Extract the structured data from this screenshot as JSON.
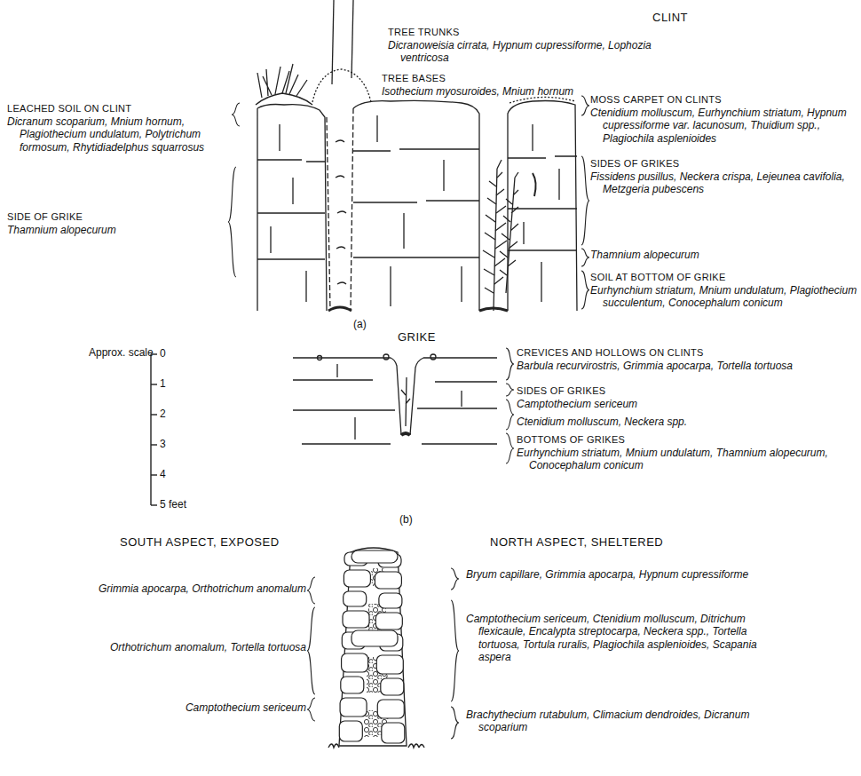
{
  "diagram": {
    "labels": [
      "CLINT",
      "TREE TRUNKS",
      "Dicranoweisia cirrata, Hypnum cupressiforme, Lophozia ventricosa",
      "TREE BASES",
      "Isothecium myosuroides, Mnium hornum",
      "LEACHED SOIL ON CLINT",
      "Dicranum scoparium, Mnium hornum, Plagiothecium undulatum, Polytrichum formosum, Rhytidiadelphus squarrosus",
      "MOSS CARPET ON CLINTS",
      "Ctenidium molluscum, Eurhynchium striatum, Hypnum cupressiforme var. lacunosum, Thuidium spp., Plagiochila asplenioides",
      "SIDE OF GRIKE",
      "Thamnium alopecurum",
      "SIDES OF GRIKES",
      "Fissidens pusillus, Neckera crispa, Lejeunea cavifolia, Metzgeria pubescens",
      "Thamnium alopecurum",
      "SOIL AT BOTTOM OF GRIKE",
      "Eurhynchium striatum, Mnium undulatum, Plagiothecium succulentum, Conocephalum conicum",
      "(a)",
      "GRIKE",
      "Approx. scale",
      "0",
      "1",
      "2",
      "3",
      "4",
      "5 feet",
      "CREVICES AND HOLLOWS ON CLINTS",
      "Barbula recurvirostris, Grimmia apocarpa, Tortella tortuosa",
      "SIDES OF GRIKES",
      "Camptothecium sericeum",
      "Ctenidium molluscum, Neckera spp.",
      "BOTTOMS OF GRIKES",
      "Eurhynchium striatum, Mnium undulatum, Thamnium alopecurum, Conocephalum conicum",
      "(b)",
      "SOUTH ASPECT, EXPOSED",
      "NORTH ASPECT, SHELTERED",
      "Grimmia apocarpa, Orthotrichum anomalum",
      "Bryum capillare, Grimmia apocarpa, Hypnum cupressiforme",
      "Orthotrichum anomalum, Tortella tortuosa",
      "Camptothecium sericeum, Ctenidium molluscum, Ditrichum flexicaule, Encalypta streptocarpa, Neckera spp., Tortella tortuosa, Tortula ruralis, Plagiochila asplenioides, Scapania aspera",
      "Camptothecium sericeum",
      "Brachythecium rutabulum, Climacium dendroides, Dicranum scoparium"
    ]
  }
}
